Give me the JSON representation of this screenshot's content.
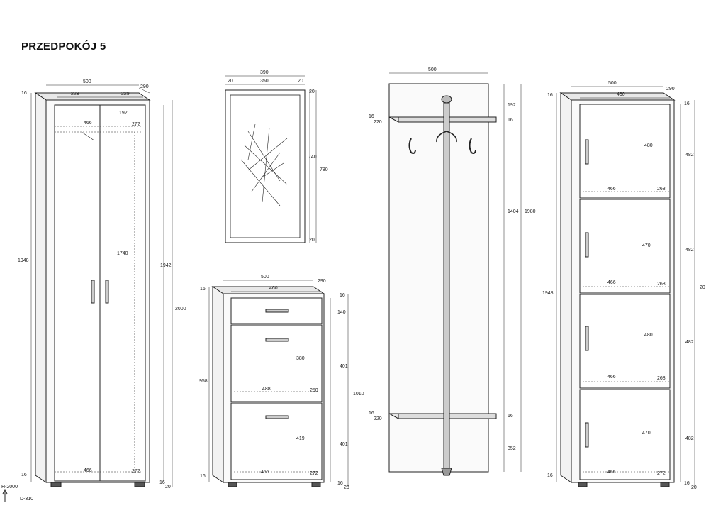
{
  "title": "PRZEDPOKÓJ 5",
  "wardrobe": {
    "dims": [
      "500",
      "290",
      "229",
      "229",
      "16",
      "192",
      "466",
      "272",
      "1948",
      "1740",
      "1942",
      "2000",
      "16",
      "466",
      "272",
      "16",
      "20"
    ]
  },
  "mirror": {
    "dims": [
      "390",
      "20",
      "350",
      "20",
      "20",
      "740",
      "780",
      "20"
    ]
  },
  "hanger": {
    "dims": [
      "500",
      "16",
      "220",
      "192",
      "16",
      "1404",
      "1980",
      "16",
      "220",
      "16",
      "352"
    ]
  },
  "shoe_cabinet": {
    "dims": [
      "500",
      "290",
      "460",
      "16",
      "16",
      "140",
      "958",
      "380",
      "401",
      "488",
      "250",
      "1010",
      "419",
      "401",
      "16",
      "466",
      "272",
      "16",
      "20"
    ]
  },
  "tall_cabinet": {
    "dims": [
      "500",
      "290",
      "460",
      "16",
      "16",
      "480",
      "482",
      "466",
      "268",
      "470",
      "482",
      "466",
      "268",
      "1948",
      "20",
      "480",
      "482",
      "466",
      "268",
      "470",
      "482",
      "466",
      "272",
      "16",
      "16",
      "20"
    ]
  },
  "footer": {
    "height_label": "H-2000",
    "depth_label": "D-310"
  }
}
